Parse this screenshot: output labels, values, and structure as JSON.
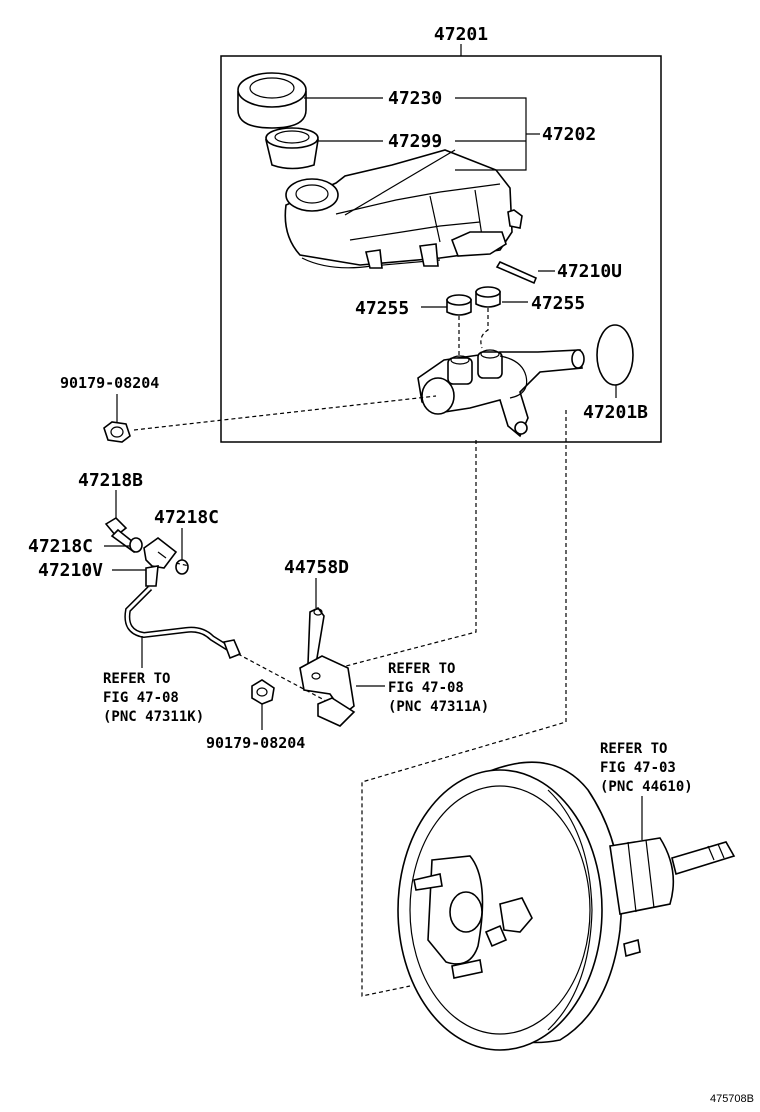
{
  "labels": {
    "assembly_47201": "47201",
    "cap_47230": "47230",
    "strainer_47299": "47299",
    "reservoir_47202": "47202",
    "pin_47210u": "47210U",
    "grommet_left_47255": "47255",
    "grommet_right_47255": "47255",
    "oring_47201b": "47201B",
    "nut_top_90179": "90179-08204",
    "bolt_47218b": "47218B",
    "gasket_47218c_left": "47218C",
    "gasket_47218c_right": "47218C",
    "union_47210v": "47210V",
    "bracket_44758d": "44758D",
    "nut_bottom_90179": "90179-08204"
  },
  "references": {
    "left": [
      "REFER TO",
      "FIG 47-08",
      "(PNC 47311K)"
    ],
    "middle": [
      "REFER TO",
      "FIG 47-08",
      "(PNC 47311A)"
    ],
    "booster": [
      "REFER TO",
      "FIG 47-03",
      "(PNC 44610)"
    ]
  },
  "figure_id": "475708B"
}
